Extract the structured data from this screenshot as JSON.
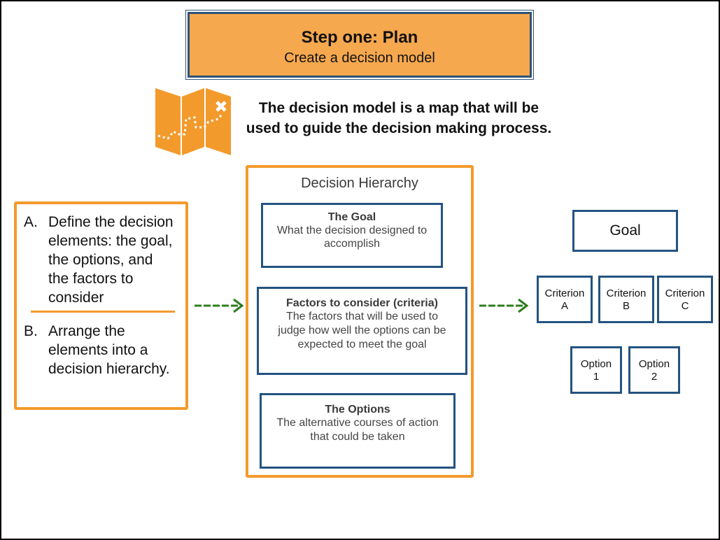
{
  "header": {
    "title": "Step one: Plan",
    "subtitle": "Create a decision model"
  },
  "icon": {
    "name": "treasure-map-icon",
    "color": "#f39a2c"
  },
  "lead": {
    "line1": "The decision model is a map that will be",
    "line2": "used to guide the decision making process."
  },
  "steps": [
    {
      "letter": "A.",
      "lines": [
        "Define the decision",
        "elements: the goal,",
        "the options, and",
        "the factors to",
        "consider"
      ]
    },
    {
      "letter": "B.",
      "lines": [
        "Arrange the",
        "elements into a",
        "decision hierarchy."
      ]
    }
  ],
  "hierarchy": {
    "title": "Decision Hierarchy",
    "goal": {
      "heading": "The Goal",
      "lines": [
        "What the decision designed to",
        "accomplish"
      ]
    },
    "factors": {
      "heading": "Factors to consider (criteria)",
      "lines": [
        "The factors that will be used to",
        "judge how well the options can be",
        "expected to meet the goal"
      ]
    },
    "options": {
      "heading": "The Options",
      "lines": [
        "The alternative courses of action",
        "that could be taken"
      ]
    }
  },
  "model": {
    "goal": "Goal",
    "criteria": [
      {
        "line1": "Criterion",
        "line2": "A"
      },
      {
        "line1": "Criterion",
        "line2": "B"
      },
      {
        "line1": "Criterion",
        "line2": "C"
      }
    ],
    "options": [
      {
        "line1": "Option",
        "line2": "1"
      },
      {
        "line1": "Option",
        "line2": "2"
      }
    ]
  },
  "colors": {
    "accent_orange": "#f39a2c",
    "title_fill": "#f6a84f",
    "box_blue": "#245381",
    "arrow_green": "#2e7d1e"
  }
}
